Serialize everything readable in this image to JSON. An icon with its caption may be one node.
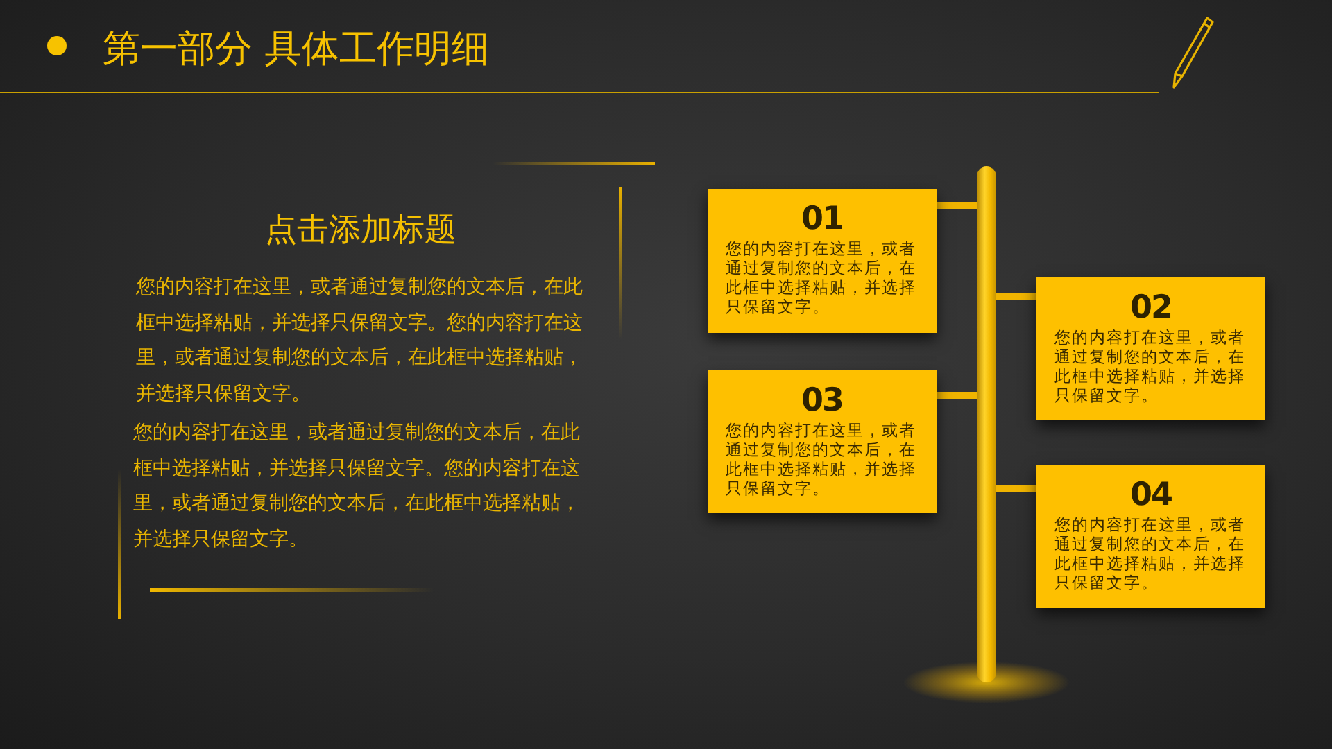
{
  "diagram": {
    "title": "第一部分 具体工作明细",
    "nodes": [
      {
        "text": [
          "01",
          "您的内容打在这里，或者通过复制您的文本后，在此框中选择粘贴，并选择只保留文字。"
        ]
      },
      {
        "text": [
          "02",
          "您的内容打在这里，或者通过复制您的文本后，在此框中选择粘贴，并选择只保留文字。"
        ]
      },
      {
        "text": [
          "03",
          "您的内容打在这里，或者通过复制您的文本后，在此框中选择粘贴，并选择只保留文字。"
        ]
      },
      {
        "text": [
          "04",
          "您的内容打在这里，或者通过复制您的文本后，在此框中选择粘贴，并选择只保留文字。"
        ]
      },
      {
        "text": [],
        "shape": "bar"
      }
    ],
    "edges": [
      {
        "from": 4,
        "to": 0,
        "arrow": "none"
      },
      {
        "from": 4,
        "to": 1,
        "arrow": "none"
      },
      {
        "from": 4,
        "to": 2,
        "arrow": "none"
      },
      {
        "from": 4,
        "to": 3,
        "arrow": "none"
      }
    ],
    "labels": [
      "点击添加标题",
      "您的内容打在这里，或者通过复制您的文本后，在此框中选择粘贴，并选择只保留文字。您的内容打在这里，或者通过复制您的文本后，在此框中选择粘贴，并选择只保留文字。",
      "您的内容打在这里，或者通过复制您的文本后，在此框中选择粘贴，并选择只保留文字。您的内容打在这里，或者通过复制您的文本后，在此框中选择粘贴，并选择只保留文字。"
    ]
  }
}
